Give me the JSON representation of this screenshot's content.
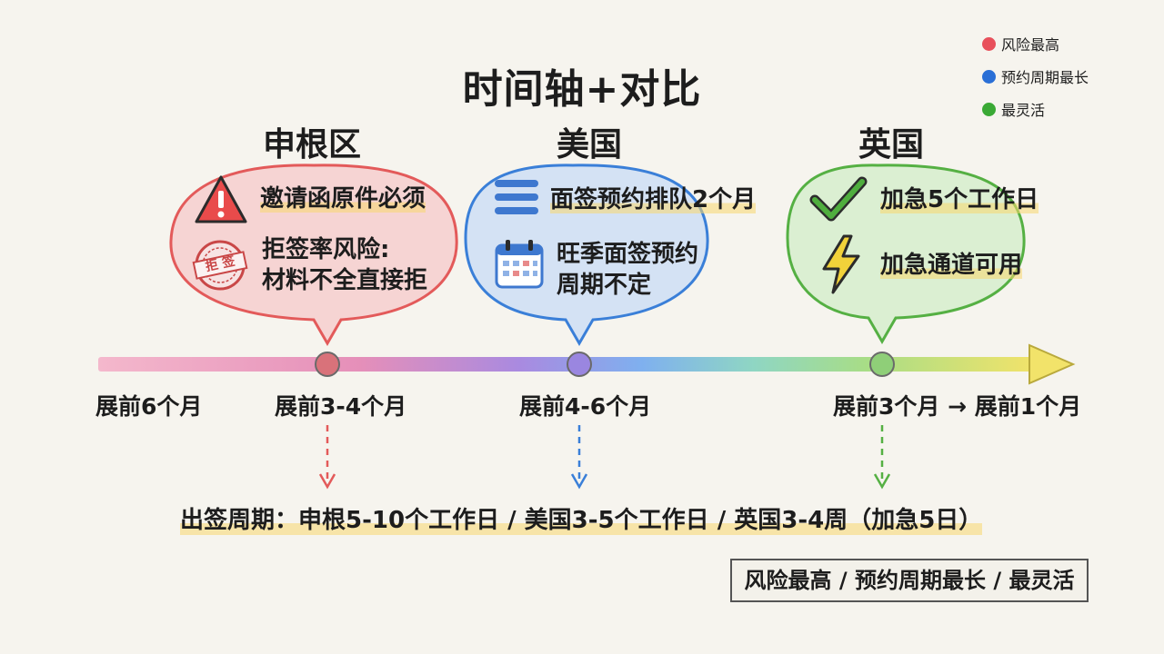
{
  "title": "时间轴+对比",
  "legend": [
    {
      "label": "风险最高",
      "color": "#e8505b"
    },
    {
      "label": "预约周期最长",
      "color": "#2a6fd6"
    },
    {
      "label": "最灵活",
      "color": "#3aa935"
    }
  ],
  "columns": [
    {
      "name": "申根区",
      "color": "#e8505b",
      "items": [
        {
          "icon": "warning-triangle-icon",
          "lines": [
            "邀请函原件必须"
          ]
        },
        {
          "icon": "refusal-stamp-icon",
          "stamp_text": "拒 签",
          "lines": [
            "拒签率风险:",
            "材料不全直接拒"
          ]
        }
      ]
    },
    {
      "name": "美国",
      "color": "#2a6fd6",
      "items": [
        {
          "icon": "queue-lines-icon",
          "lines": [
            "面签预约排队2个月"
          ]
        },
        {
          "icon": "calendar-icon",
          "lines": [
            "旺季面签预约",
            "周期不定"
          ]
        }
      ]
    },
    {
      "name": "英国",
      "color": "#3aa935",
      "items": [
        {
          "icon": "checkmark-icon",
          "lines": [
            "加急5个工作日"
          ]
        },
        {
          "icon": "lightning-icon",
          "lines": [
            "加急通道可用"
          ]
        }
      ]
    }
  ],
  "timeline": {
    "start_label": "展前6个月",
    "ticks": [
      "展前3-4个月",
      "展前4-6个月",
      "展前3个月 → 展前1个月"
    ]
  },
  "cycle_text": "出签周期：申根5-10个工作日 / 美国3-5个工作日 / 英国3-4周（加急5日）",
  "summary": "风险最高 / 预约周期最长 / 最灵活"
}
